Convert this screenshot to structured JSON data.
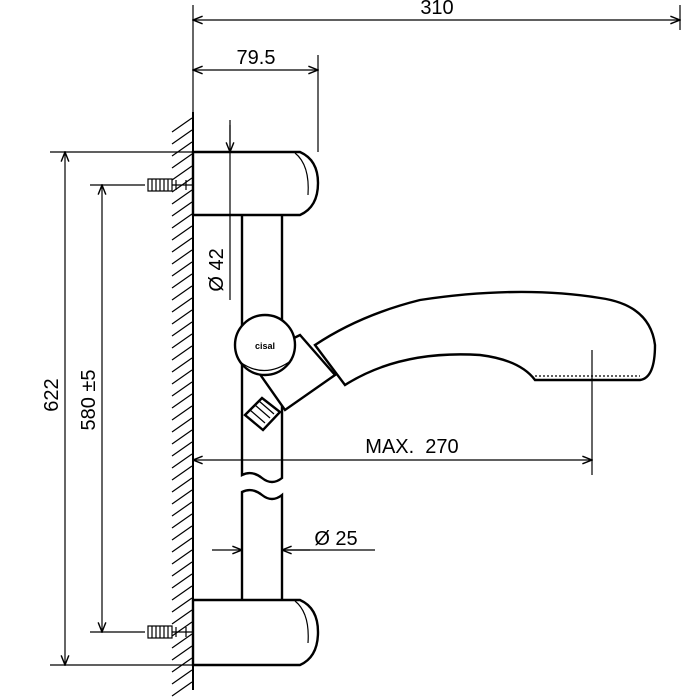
{
  "drawing": {
    "logo_text": "cisal",
    "dimensions": {
      "total_width": "310",
      "bracket_depth": "79.5",
      "bracket_diameter": "Ø 42",
      "total_height": "622",
      "fixing_distance": "580 ±5",
      "max_reach": "MAX.  270",
      "rail_diameter": "Ø 25"
    },
    "colors": {
      "line": "#000000",
      "background": "#ffffff"
    }
  }
}
